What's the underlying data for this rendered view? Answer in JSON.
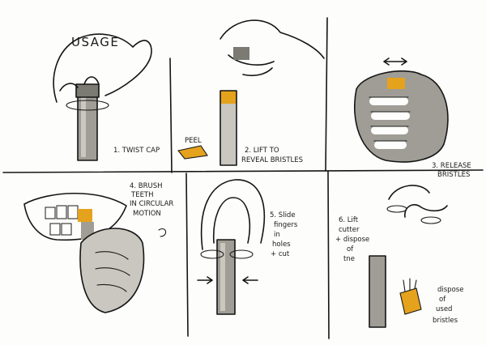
{
  "title": "USAGE",
  "steps": [
    {
      "label": "1. TWIST CAP"
    },
    {
      "label_line1": "2. LIFT TO",
      "label_line2": "REVEAL BRISTLES"
    },
    {
      "label_line1": "3. RELEASE",
      "label_line2": "BRISTLES"
    },
    {
      "label_line1": "4. BRUSH",
      "label_line2": "TEETH",
      "label_line3": "IN CIRCULAR",
      "label_line4": "MOTION"
    },
    {
      "label_line1": "5. Slide",
      "label_line2": "fingers",
      "label_line3": "in",
      "label_line4": "holes",
      "label_line5": "+ cut"
    },
    {
      "label_line1": "6. Lift",
      "label_line2": "cutter",
      "label_line3": "+ dispose",
      "label_line4": "of",
      "label_line5": "tne"
    }
  ],
  "peel_label": "PEEL",
  "dispose_note": {
    "line1": "dispose",
    "line2": "of",
    "line3": "used",
    "line4": "bristles"
  },
  "colors": {
    "tube_gray": "#9f9d95",
    "bristle_gold": "#e5a21d",
    "ink": "#151515"
  }
}
